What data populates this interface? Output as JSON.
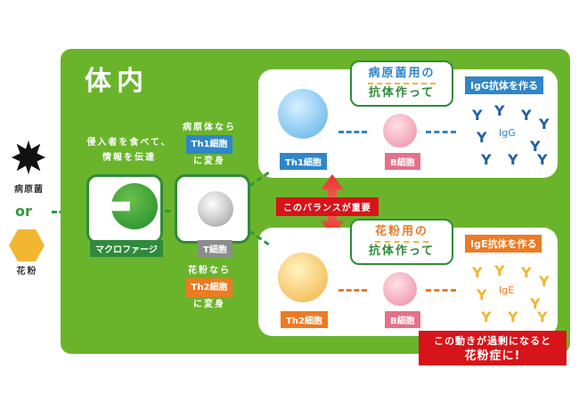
{
  "title": "体内",
  "pathogen_label": "病原菌",
  "or_label": "or",
  "pollen_label": "花粉",
  "macrophage": {
    "caption_lines": [
      "侵入者を食べて、",
      "情報を伝達"
    ],
    "label": "マクロファージ"
  },
  "tcell": {
    "label": "T細胞",
    "upper_lines": [
      "病原体なら",
      "に変身"
    ],
    "upper_badge": "Th1細胞",
    "lower_lines": [
      "花粉なら",
      "に変身"
    ],
    "lower_badge": "Th2細胞"
  },
  "upper": {
    "cell_label": "Th1細胞",
    "bubble_line1": "病原菌用の",
    "bubble_line2": "抗体作って",
    "bcell_label": "B細胞",
    "antibody_label": "IgG抗体を作る",
    "antibody_name": "IgG"
  },
  "lower": {
    "cell_label": "Th2細胞",
    "bubble_line1": "花粉用の",
    "bubble_line2": "抗体作って",
    "bcell_label": "B細胞",
    "antibody_label": "IgE抗体を作る",
    "antibody_name": "IgE"
  },
  "balance_label": "このバランスが重要",
  "warning": {
    "line1": "この動きが過剰になると",
    "line2": "花粉症に!"
  },
  "colors": {
    "green": "#6ab42c",
    "blue": "#2f86c8",
    "orange": "#ee7a22",
    "pink": "#e6708a",
    "red": "#d7141a",
    "gray": "#8c8c8c"
  }
}
